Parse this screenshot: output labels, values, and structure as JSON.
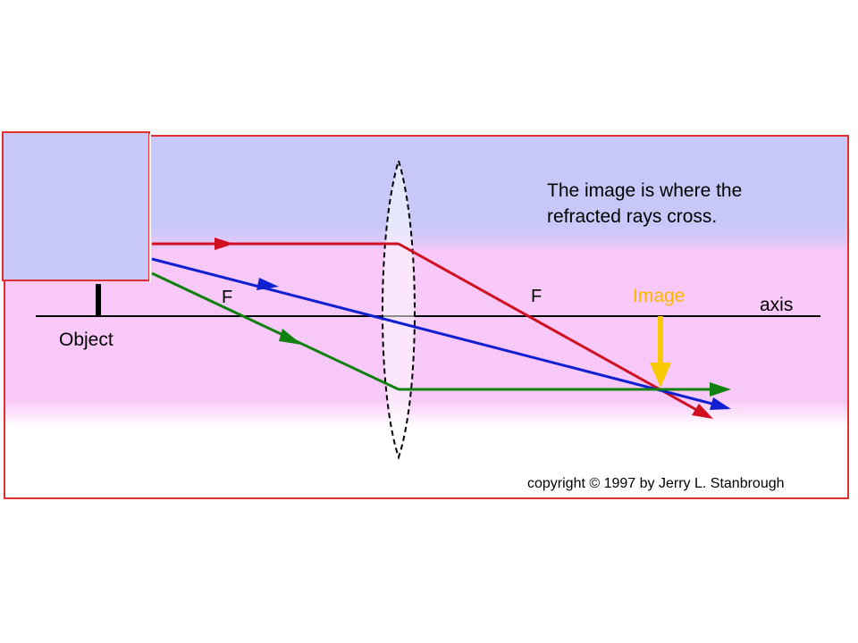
{
  "caption": {
    "line1": "The image is where the",
    "line2": "refracted rays cross."
  },
  "labels": {
    "object": "Object",
    "focal_left": "F",
    "focal_right": "F",
    "image": "Image",
    "axis": "axis"
  },
  "copyright": "copyright © 1997 by Jerry L. Stanbrough",
  "colors": {
    "frame": "#e03030",
    "sky": "#c8c8f8",
    "pink": "#f8c8f8",
    "axis": "#000000",
    "ray_parallel": "#d01020",
    "ray_center": "#1020d0",
    "ray_focal": "#108010",
    "image_arrow": "#f8c800",
    "image_label": "#f8b800",
    "object_inset": "#c8c8f8"
  }
}
